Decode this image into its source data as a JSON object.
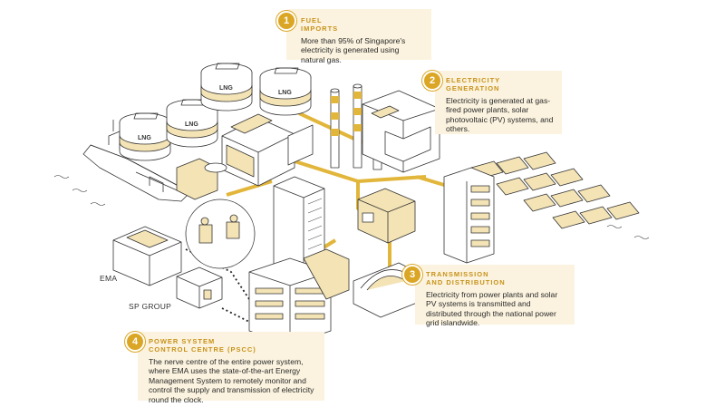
{
  "callouts": [
    {
      "number": "1",
      "title_line1": "FUEL",
      "title_line2": "IMPORTS",
      "text": "More than 95% of Singapore's electricity is generated using natural gas."
    },
    {
      "number": "2",
      "title_line1": "ELECTRICITY",
      "title_line2": "GENERATION",
      "text": "Electricity is generated at gas-fired power plants, solar photovoltaic (PV) systems, and others."
    },
    {
      "number": "3",
      "title_line1": "TRANSMISSION",
      "title_line2": "AND DISTRIBUTION",
      "text": "Electricity from power plants and solar PV systems is transmitted and distributed through the national power grid islandwide."
    },
    {
      "number": "4",
      "title_line1": "POWER SYSTEM",
      "title_line2": "CONTROL CENTRE (PSCC)",
      "text": "The nerve centre of the entire power system, where EMA uses the state-of-the-art Energy Management System to remotely monitor and control the supply and transmission of electricity round the clock."
    }
  ],
  "labels": {
    "ema": "EMA",
    "sp_group": "SP GROUP",
    "tank_label": "LNG"
  },
  "colors": {
    "accent": "#dba625",
    "panel": "#fbf3df",
    "line": "#333333",
    "pale": "#f3e3b5"
  }
}
